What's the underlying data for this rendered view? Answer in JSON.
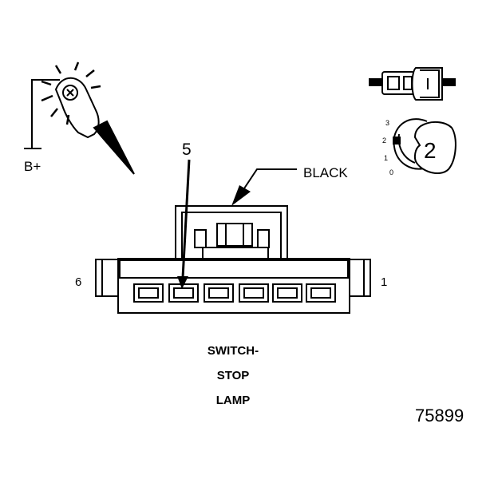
{
  "labels": {
    "battery": "B+",
    "pointer_number": "5",
    "wire_color": "BLACK",
    "pin_left": "6",
    "pin_right": "1",
    "figure_number": "75899"
  },
  "caption": [
    "SWITCH-",
    "STOP",
    "LAMP"
  ],
  "selector": {
    "positions": [
      "3",
      "2",
      "1",
      "0"
    ],
    "selected": "2"
  },
  "connector": {
    "terminal_count": 6
  }
}
